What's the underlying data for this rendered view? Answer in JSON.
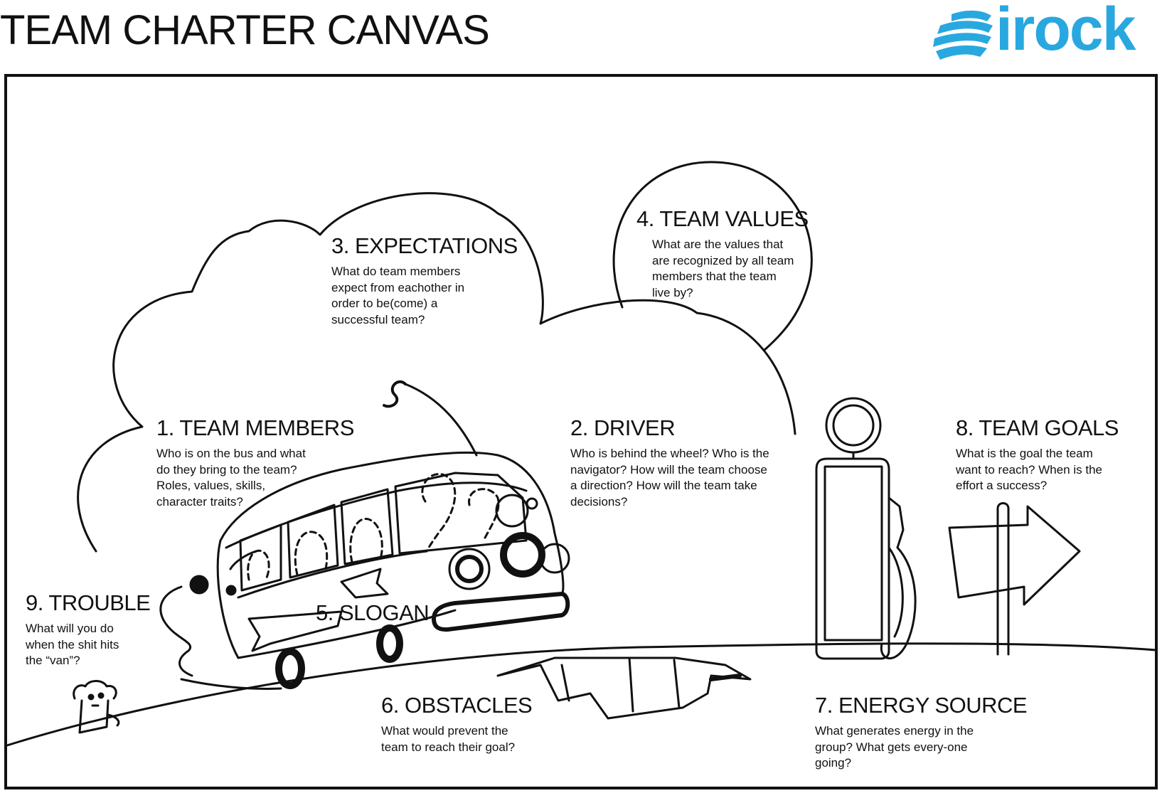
{
  "title": "TEAM CHARTER CANVAS",
  "logo": {
    "text": "irock",
    "color": "#29a8e0"
  },
  "sections": {
    "team_members": {
      "heading": "1. TEAM MEMBERS",
      "text": "Who is on the bus and what do they bring to the team? Roles, values, skills, character traits?"
    },
    "driver": {
      "heading": "2. DRIVER",
      "text": "Who is behind the wheel? Who is the navigator? How will the team choose a direction? How will the team take decisions?"
    },
    "expectations": {
      "heading": "3. EXPECTATIONS",
      "text": "What do team members expect from eachother in order to be(come) a successful team?"
    },
    "team_values": {
      "heading": "4. TEAM VALUES",
      "text": "What are the values that are recognized by all team members that the team live by?"
    },
    "slogan": {
      "heading": "5. SLOGAN"
    },
    "obstacles": {
      "heading": "6. OBSTACLES",
      "text": "What would prevent the team to reach their goal?"
    },
    "energy_source": {
      "heading": "7. ENERGY SOURCE",
      "text": "What generates energy in the group? What gets every-one going?"
    },
    "team_goals": {
      "heading": "8. TEAM GOALS",
      "text": "What is the goal the team want to reach? When is the effort a success?"
    },
    "trouble": {
      "heading": "9. TROUBLE",
      "text": "What will you do when the shit hits the “van”?"
    }
  },
  "colors": {
    "ink": "#111111",
    "logo_blue": "#29a8e0",
    "background": "#ffffff"
  }
}
